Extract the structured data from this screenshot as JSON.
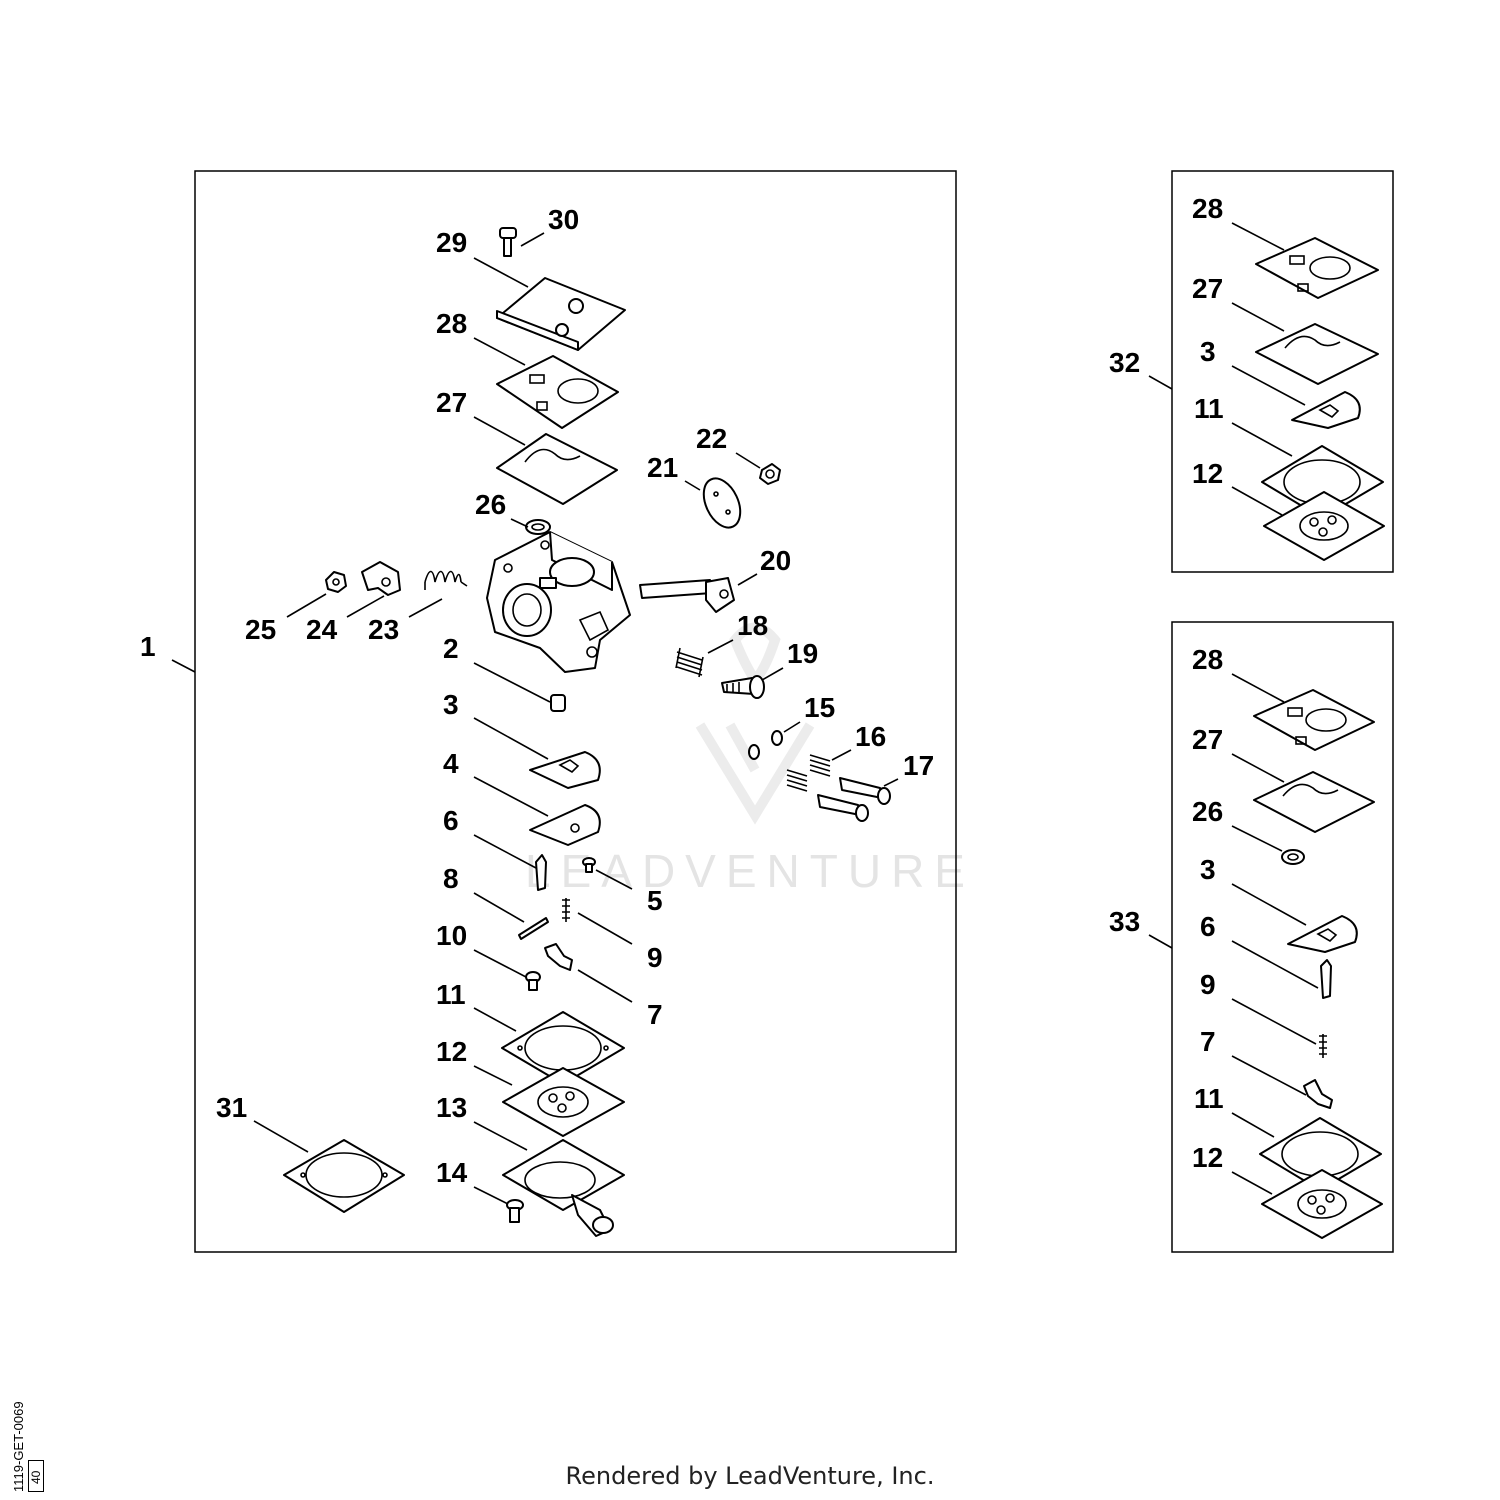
{
  "diagram": {
    "callouts": {
      "main": [
        "30",
        "29",
        "28",
        "27",
        "26",
        "22",
        "21",
        "20",
        "25",
        "24",
        "23",
        "2",
        "18",
        "19",
        "15",
        "16",
        "17",
        "3",
        "4",
        "6",
        "5",
        "8",
        "9",
        "10",
        "7",
        "11",
        "12",
        "13",
        "31",
        "14",
        "1"
      ],
      "kit32": [
        "28",
        "27",
        "3",
        "11",
        "12",
        "32"
      ],
      "kit33": [
        "28",
        "27",
        "26",
        "3",
        "6",
        "9",
        "7",
        "11",
        "12",
        "33"
      ]
    },
    "watermark": "LEADVENTURE"
  },
  "doc": {
    "code": "1119-GET-0069",
    "box": "40"
  },
  "footer": {
    "rendered_by": "Rendered by LeadVenture, Inc."
  }
}
